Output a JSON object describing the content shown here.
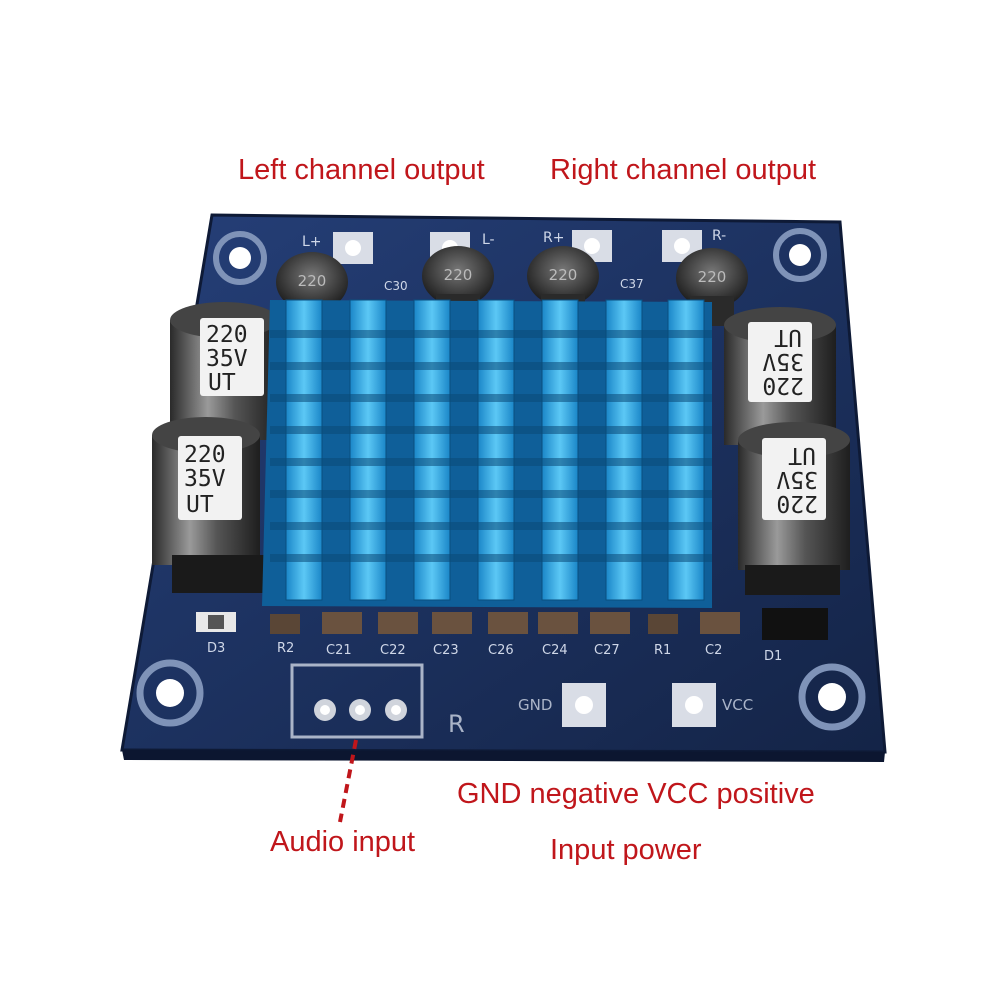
{
  "annotations": {
    "left_output": "Left channel output",
    "right_output": "Right channel output",
    "power_polarity": "GND negative VCC positive",
    "audio_input": "Audio input",
    "input_power": "Input power"
  },
  "pcb": {
    "pads_top": [
      "L+",
      "L-",
      "R+",
      "R-"
    ],
    "pads_bottom": [
      "GND",
      "VCC"
    ],
    "capacitor_text": [
      "220",
      "35V",
      "UT"
    ],
    "inductor_text": "220",
    "components": [
      "R2",
      "C21",
      "C22",
      "C23",
      "C26",
      "C24",
      "C27",
      "R1",
      "C2",
      "D3",
      "D1",
      "C30",
      "C37",
      "R"
    ]
  },
  "colors": {
    "annotation": "#c0161b",
    "pcb": "#1b2f5e",
    "heatsink": "#2aa7e6"
  }
}
